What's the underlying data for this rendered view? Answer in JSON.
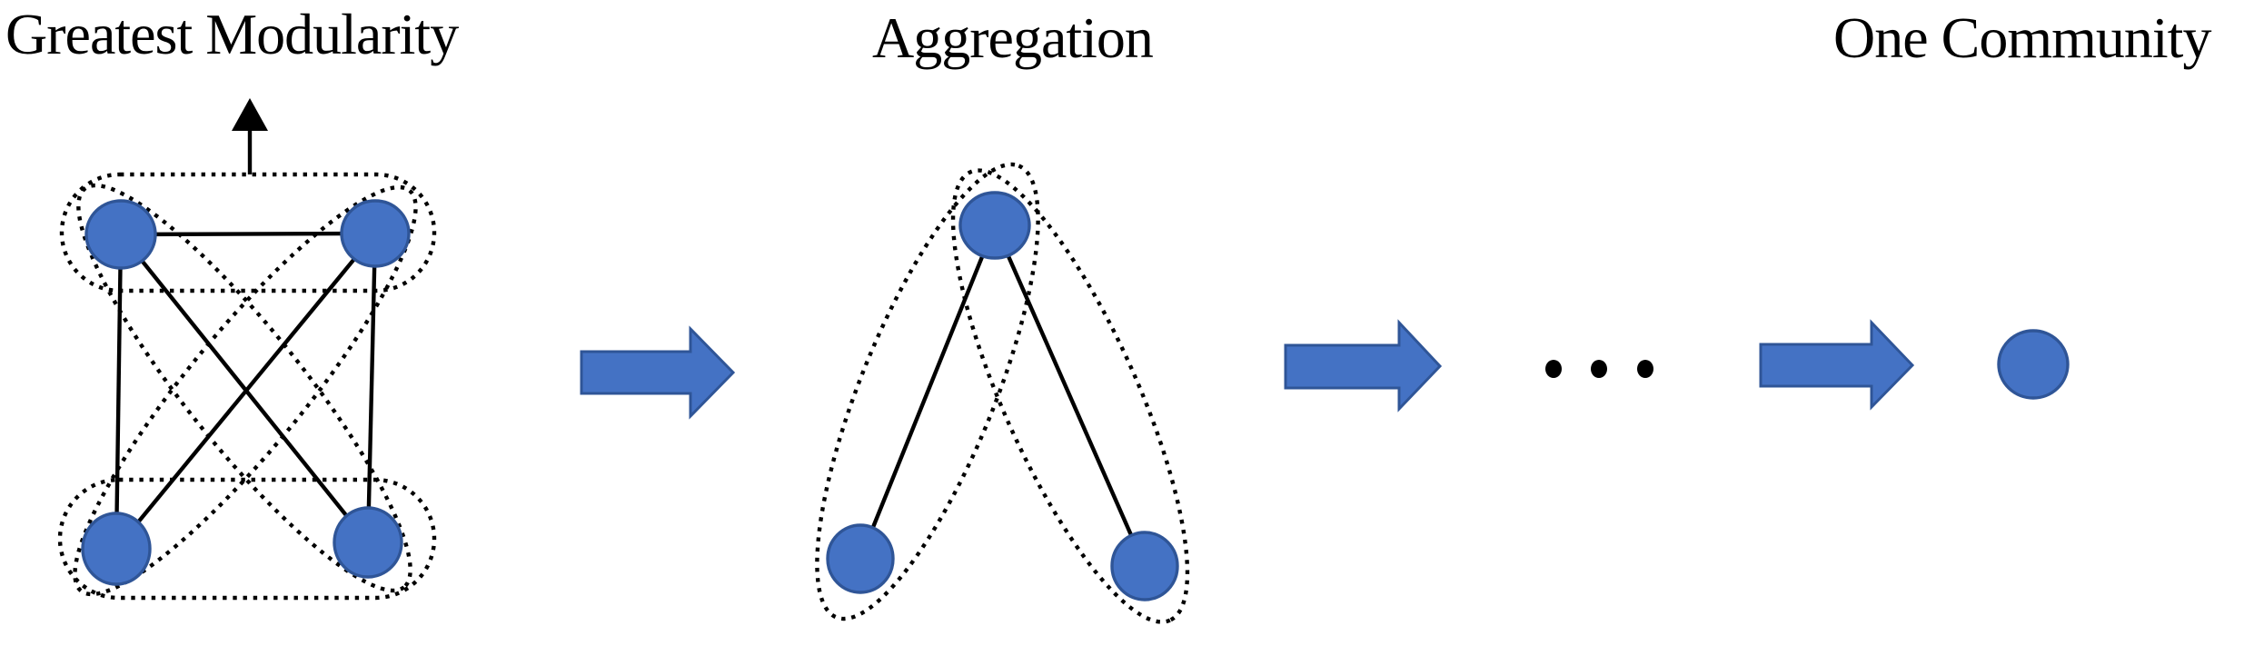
{
  "labels": {
    "greatest_modularity": "Greatest Modularity",
    "aggregation": "Aggregation",
    "one_community": "One Community"
  },
  "ellipsis": "• • •",
  "colors": {
    "node_fill": "#4472C4",
    "node_stroke": "#2F5597",
    "line": "#000000",
    "background": "#ffffff"
  },
  "stages": [
    {
      "name": "initial-partition",
      "nodes": 4,
      "communities": 2,
      "annotation": "Greatest Modularity"
    },
    {
      "name": "aggregated-graph",
      "nodes": 3,
      "communities": 2,
      "annotation": "Aggregation"
    },
    {
      "name": "final-graph",
      "nodes": 1,
      "communities": 1,
      "annotation": "One Community"
    }
  ]
}
